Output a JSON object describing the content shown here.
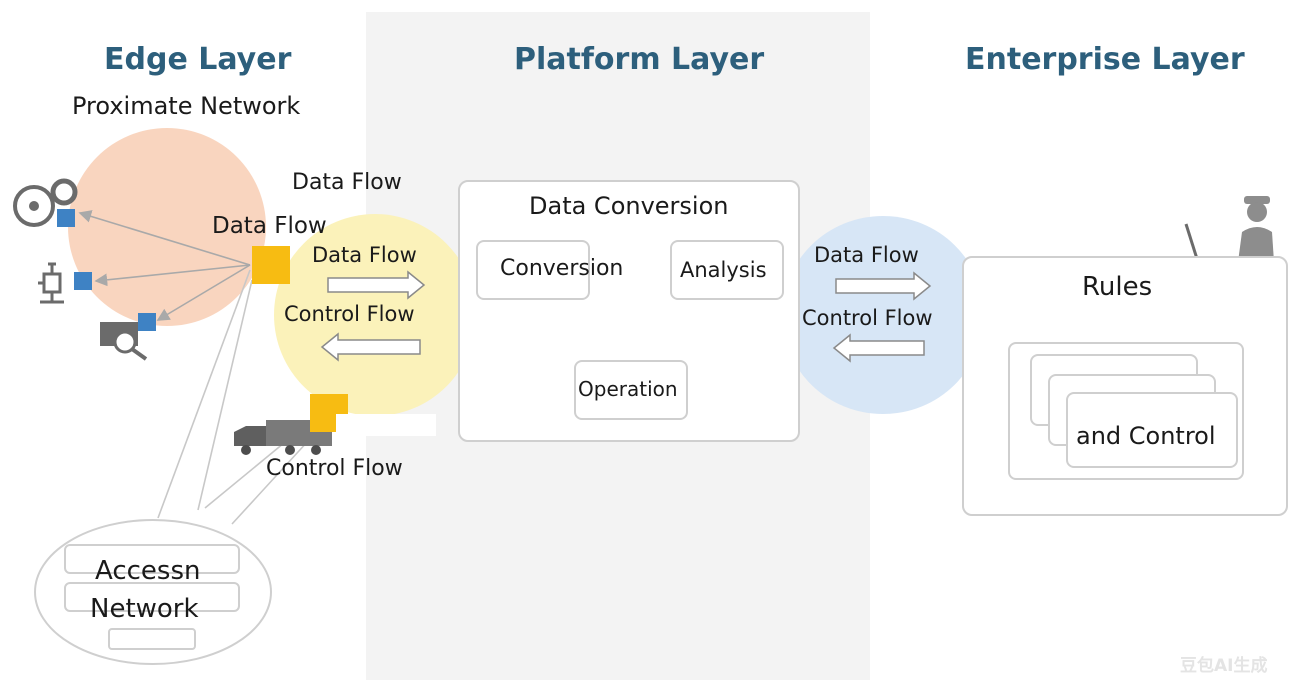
{
  "layers": {
    "edge": "Edge Layer",
    "platform": "Platform Layer",
    "enterprise": "Enterprise Layer"
  },
  "edge": {
    "proximate_network": "Proximate Network",
    "data_flow_top": "Data Flow",
    "data_flow_node": "Data Flow",
    "data_flow_arrow": "Data Flow",
    "control_flow_arrow": "Control Flow",
    "control_flow_bottom": "Control Flow",
    "access_network_line1": "Accessn",
    "access_network_line2": "Network"
  },
  "platform": {
    "title": "Data Conversion",
    "conversion": "Conversion",
    "analysis": "Analysis",
    "operation": "Operation"
  },
  "enterprise_link": {
    "data_flow": "Data Flow",
    "control_flow": "Control Flow"
  },
  "enterprise": {
    "rules": "Rules",
    "and_control": "and Control"
  },
  "colors": {
    "title": "#2d5f7c",
    "edge_circle": "#f9d3bc",
    "flow_circle": "#fbf1b6",
    "enterprise_circle": "#d5e5f5",
    "device_square": "#3e82c4",
    "gateway_square": "#f7bc12",
    "platform_panel": "#f3f3f3"
  },
  "watermark": "豆包AI生成"
}
